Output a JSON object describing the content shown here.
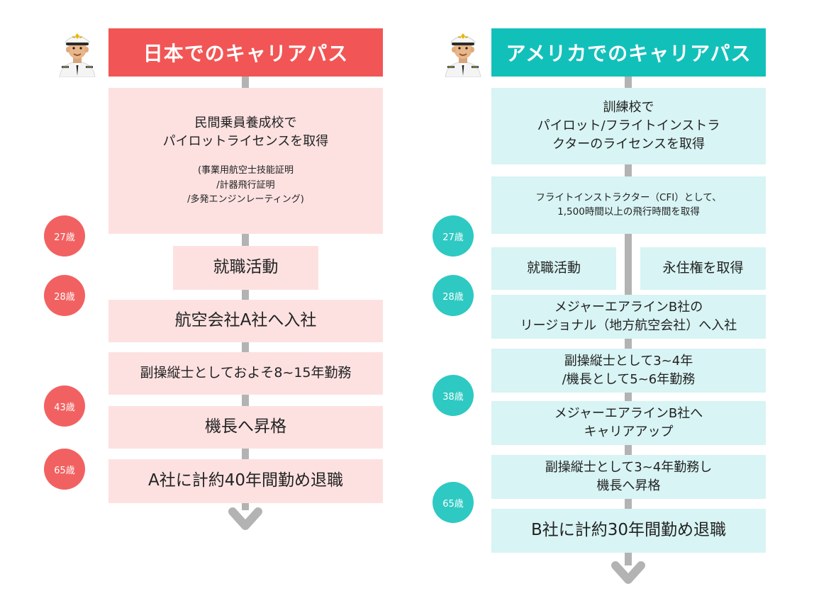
{
  "colors": {
    "japan_accent": "#f25555",
    "us_accent": "#12c0ba",
    "japan_box": "#fde1e1",
    "us_box": "#d8f4f4",
    "connector": "#b3b3b3"
  },
  "japan": {
    "title": "日本でのキャリアパス",
    "step1": {
      "line1": "民間乗員養成校で",
      "line2": "パイロットライセンスを取得",
      "note1": "(事業用航空士技能証明",
      "note2": "/計器飛行証明",
      "note3": "/多発エンジンレーティング)"
    },
    "step2": "就職活動",
    "step3": "航空会社A社へ入社",
    "step4": "副操縦士としておよそ8~15年勤務",
    "step5": "機長へ昇格",
    "step6": "A社に計約40年間勤め退職",
    "ages": [
      "27歳",
      "28歳",
      "43歳",
      "65歳"
    ]
  },
  "us": {
    "title": "アメリカでのキャリアパス",
    "step1": {
      "line1": "訓練校で",
      "line2": "パイロット/フライトインストラ",
      "line3": "クターのライセンスを取得"
    },
    "step2": {
      "line1": "フライトインストラクター（CFI）として、",
      "line2": "1,500時間以上の飛行時間を取得"
    },
    "step3a": "就職活動",
    "step3b": "永住権を取得",
    "step4": {
      "line1": "メジャーエアラインB社の",
      "line2": "リージョナル（地方航空会社）へ入社"
    },
    "step5": {
      "line1": "副操縦士として3~4年",
      "line2": "/機長として5~6年勤務"
    },
    "step6": {
      "line1": "メジャーエアラインB社へ",
      "line2": "キャリアアップ"
    },
    "step7": {
      "line1": "副操縦士として3~4年勤務し",
      "line2": "機長へ昇格"
    },
    "step8": "B社に計約30年間勤め退職",
    "ages": [
      "27歳",
      "28歳",
      "38歳",
      "65歳"
    ]
  }
}
